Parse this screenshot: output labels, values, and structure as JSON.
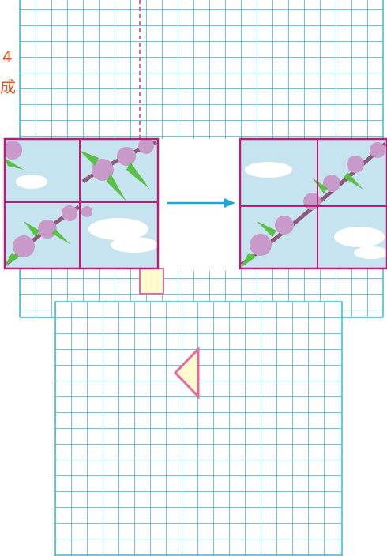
{
  "labels": {
    "number": "4",
    "character": "成"
  },
  "colors": {
    "grid": "#2eb3db",
    "outline": "#c2187a",
    "dash": "#e8609a",
    "arrow": "#1fa6d6",
    "triangle_fill": "#fffbcf",
    "triangle_stroke": "#e86aa0",
    "label": "#e8541e",
    "sky": "#c6e4f0",
    "cloud": "#ffffff",
    "leaf": "#5cbf45",
    "blossom": "#c79ac9"
  },
  "figure": {
    "before_puzzle": {
      "tiles": [
        "blossom-branch-left-top",
        "blossom-branch-right-top",
        "blossom-branch-left-bottom",
        "sky-cloud-right-bottom"
      ]
    },
    "after_puzzle": {
      "tiles": [
        "sky-cloud-left-top",
        "blossom-branch-right-top",
        "blossom-branch-left-bottom",
        "sky-cloud-right-bottom"
      ]
    },
    "arrow": "right-arrow",
    "triangle": "left-pointing-triangle"
  }
}
